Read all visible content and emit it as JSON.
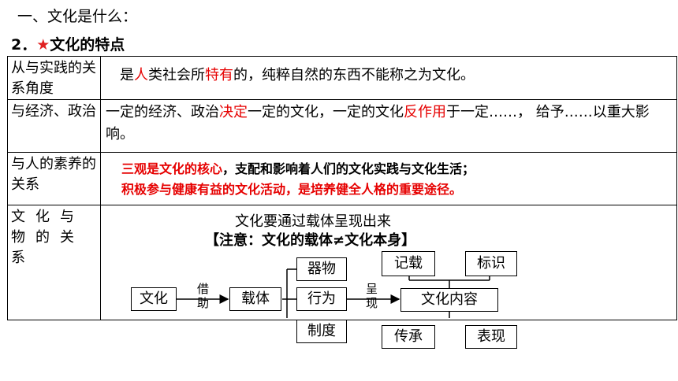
{
  "heading1": "一、文化是什么：",
  "heading2": {
    "prefix": "2．",
    "star": "★",
    "text": "文化的特点"
  },
  "rows": [
    {
      "label": "从与实践的关系角度",
      "parts": [
        {
          "t": "是",
          "red": false
        },
        {
          "t": "人",
          "red": true
        },
        {
          "t": "类社会所",
          "red": false
        },
        {
          "t": "特有",
          "red": true
        },
        {
          "t": "的，纯粹自然的东西不能称之为文化。",
          "red": false
        }
      ]
    },
    {
      "label": "与经济、政治",
      "parts": [
        {
          "t": "一定的经济、政治",
          "red": false
        },
        {
          "t": "决定",
          "red": true
        },
        {
          "t": "一定的文化，一定的文化",
          "red": false
        },
        {
          "t": "反作用",
          "red": true
        },
        {
          "t": "于一定……， 给予……以重大影响。",
          "red": false
        }
      ]
    },
    {
      "label": "与人的素养的关系",
      "line1_red": "三观是文化的核心",
      "line1_rest": "，支配和影响着人们的文化实践与文化生活；",
      "line2": "积极参与健康有益的文化活动，是培养健全人格的重要途径。"
    },
    {
      "label": "文化与物的关系",
      "title": "文化要通过载体呈现出来",
      "note": "【注意：文化的载体≠文化本身】",
      "diagram": {
        "culture": "文化",
        "jiezhu": [
          "借",
          "助"
        ],
        "carrier": "载体",
        "carriers": [
          "器物",
          "行为",
          "制度"
        ],
        "chengxian": [
          "呈",
          "现"
        ],
        "content": "文化内容",
        "top": [
          "记载",
          "标识"
        ],
        "bottom": [
          "传承",
          "表现"
        ]
      }
    }
  ]
}
